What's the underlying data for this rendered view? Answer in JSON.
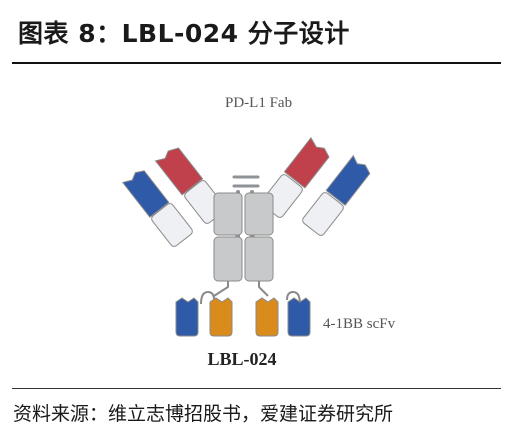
{
  "figure": {
    "title": "图表 8：LBL-024 分子设计",
    "source": "资料来源：维立志博招股书，爱建证券研究所"
  },
  "diagram": {
    "fab_label": "PD-L1 Fab",
    "scfv_label": "4-1BB scFv",
    "molecule_name": "LBL-024",
    "colors": {
      "heavy_variable": "#c0404c",
      "light_variable": "#2f5aa8",
      "constant": "#eef0f3",
      "fc": "#c8c9cb",
      "scfv_vh": "#d98b1c",
      "scfv_vl": "#2f5aa8",
      "outline": "#8a8a8a"
    }
  }
}
